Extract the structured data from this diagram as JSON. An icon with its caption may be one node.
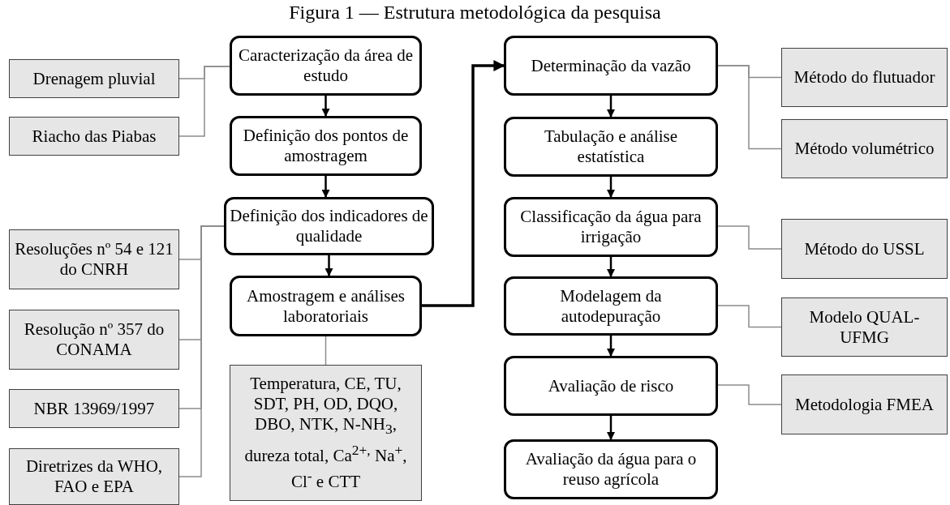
{
  "diagram": {
    "title": "Figura 1 — Estrutura metodológica da pesquisa",
    "nodes": [
      {
        "text": [
          "Caracterização da área de estudo"
        ]
      },
      {
        "text": [
          "Definição dos pontos de amostragem"
        ]
      },
      {
        "text": [
          "Definição dos indicadores de qualidade"
        ]
      },
      {
        "text": [
          "Amostragem e análises laboratoriais"
        ]
      },
      {
        "text": [
          "Temperatura, CE, TU, SDT, PH, OD, DQO, DBO, NTK, N-NH$_{3}$, dureza total, Ca$^{2+,}$ Na$^{+}$, Cl$^{-}$ e CTT"
        ]
      },
      {
        "text": [
          "Determinação da vazão"
        ]
      },
      {
        "text": [
          "Tabulação e análise estatística"
        ]
      },
      {
        "text": [
          "Classificação da água para irrigação"
        ]
      },
      {
        "text": [
          "Modelagem da autodepuração"
        ]
      },
      {
        "text": [
          "Avaliação de risco"
        ]
      },
      {
        "text": [
          "Avaliação da água para o reuso agrícola"
        ]
      },
      {
        "text": [
          "Drenagem pluvial"
        ]
      },
      {
        "text": [
          "Riacho das Piabas"
        ]
      },
      {
        "text": [
          "Resoluções nº 54 e 121 do CNRH"
        ]
      },
      {
        "text": [
          "Resolução nº 357 do CONAMA"
        ]
      },
      {
        "text": [
          "NBR 13969/1997"
        ]
      },
      {
        "text": [
          "Diretrizes da WHO, FAO e EPA"
        ]
      },
      {
        "text": [
          "Método do flutuador"
        ]
      },
      {
        "text": [
          "Método volumétrico"
        ]
      },
      {
        "text": [
          "Método do USSL"
        ]
      },
      {
        "text": [
          "Modelo QUAL-UFMG"
        ]
      },
      {
        "text": [
          "Metodologia FMEA"
        ]
      }
    ],
    "edges": [
      {
        "from": 0,
        "to": 1,
        "arrow": "to",
        "color": "#000000"
      },
      {
        "from": 1,
        "to": 2,
        "arrow": "to",
        "color": "#000000"
      },
      {
        "from": 2,
        "to": 3,
        "arrow": "to",
        "color": "#000000"
      },
      {
        "from": 3,
        "to": 5,
        "arrow": "to",
        "color": "#000000",
        "style": "thick"
      },
      {
        "from": 5,
        "to": 6,
        "arrow": "to",
        "color": "#000000"
      },
      {
        "from": 6,
        "to": 7,
        "arrow": "to",
        "color": "#000000"
      },
      {
        "from": 7,
        "to": 8,
        "arrow": "to",
        "color": "#000000"
      },
      {
        "from": 8,
        "to": 9,
        "arrow": "to",
        "color": "#000000"
      },
      {
        "from": 9,
        "to": 10,
        "arrow": "to",
        "color": "#000000"
      },
      {
        "from": 11,
        "to": 0,
        "arrow": "none"
      },
      {
        "from": 12,
        "to": 0,
        "arrow": "none"
      },
      {
        "from": 13,
        "to": 2,
        "arrow": "none"
      },
      {
        "from": 14,
        "to": 2,
        "arrow": "none"
      },
      {
        "from": 15,
        "to": 2,
        "arrow": "none"
      },
      {
        "from": 16,
        "to": 2,
        "arrow": "none"
      },
      {
        "from": 3,
        "to": 4,
        "arrow": "none"
      },
      {
        "from": 17,
        "to": 5,
        "arrow": "none"
      },
      {
        "from": 18,
        "to": 5,
        "arrow": "none"
      },
      {
        "from": 19,
        "to": 7,
        "arrow": "none"
      },
      {
        "from": 20,
        "to": 8,
        "arrow": "none"
      },
      {
        "from": 21,
        "to": 9,
        "arrow": "none"
      }
    ]
  }
}
